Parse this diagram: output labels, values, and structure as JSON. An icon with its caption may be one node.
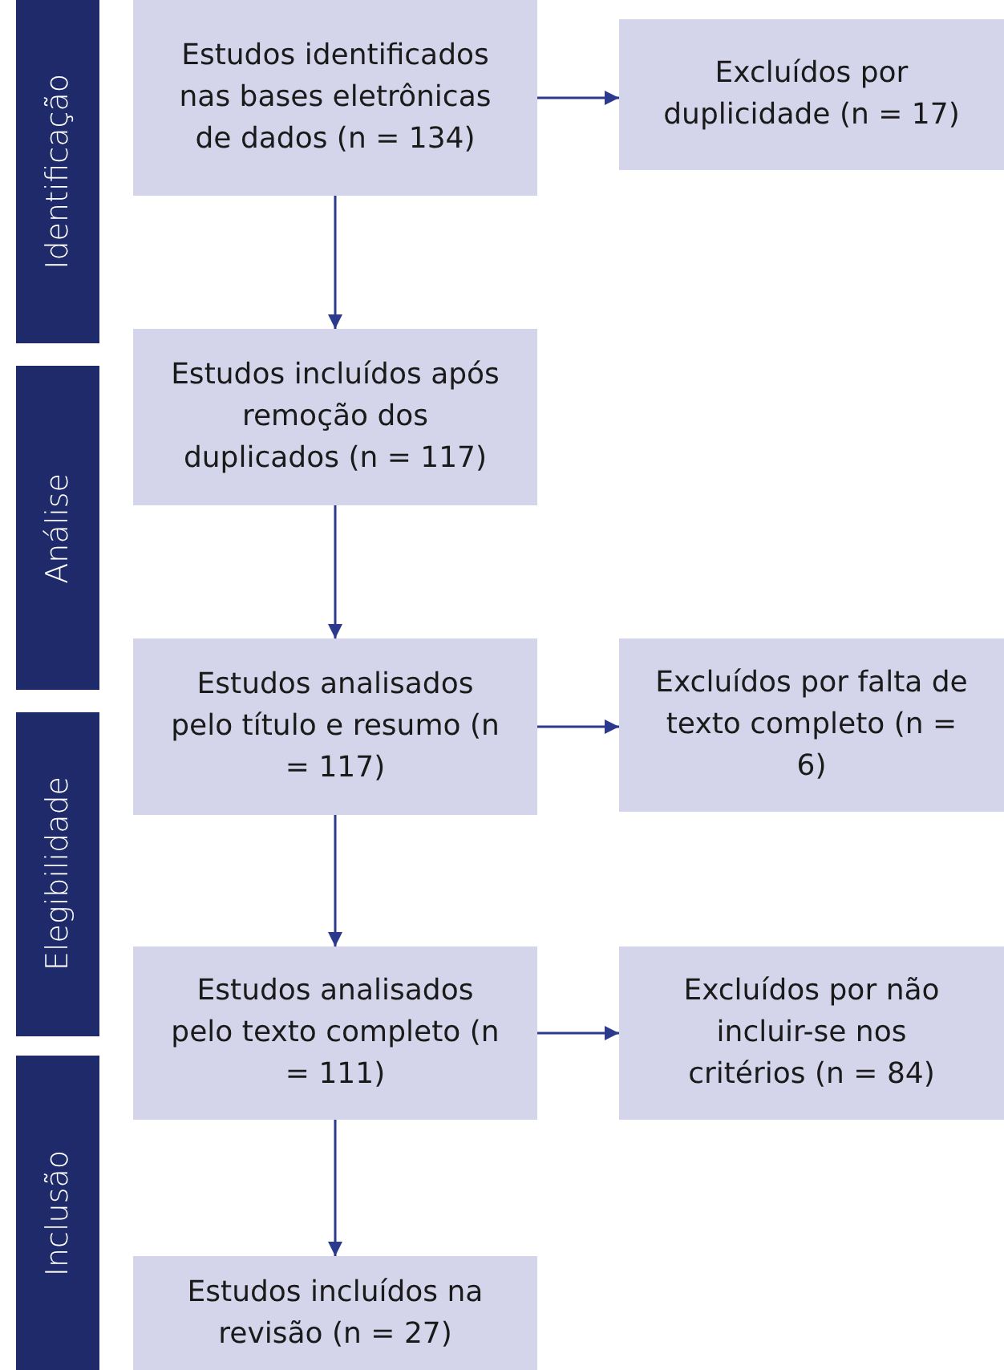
{
  "diagram": {
    "nodes": [
      {
        "text": [
          "Identificação"
        ]
      },
      {
        "text": [
          "Estudos identificados nas bases eletrônicas de dados (n = 134)"
        ]
      },
      {
        "text": [
          "Excluídos por duplicidade (n = 17)"
        ]
      },
      {
        "text": [
          "Análise"
        ]
      },
      {
        "text": [
          "Estudos incluídos após remoção dos duplicados (n = 117)"
        ]
      },
      {
        "text": [
          "Elegibilidade"
        ]
      },
      {
        "text": [
          "Estudos analisados pelo título e resumo (n = 117)"
        ]
      },
      {
        "text": [
          "Excluídos por falta de texto completo (n = 6)"
        ]
      },
      {
        "text": [
          "Estudos analisados pelo texto completo (n = 111)"
        ]
      },
      {
        "text": [
          "Excluídos por não incluir-se nos critérios (n = 84)"
        ]
      },
      {
        "text": [
          "Inclusão"
        ]
      },
      {
        "text": [
          "Estudos incluídos na revisão (n = 27)"
        ]
      }
    ],
    "edges": [
      {
        "from": 1,
        "to": 2,
        "arrow": "to"
      },
      {
        "from": 1,
        "to": 4,
        "arrow": "to"
      },
      {
        "from": 4,
        "to": 6,
        "arrow": "to"
      },
      {
        "from": 6,
        "to": 7,
        "arrow": "to"
      },
      {
        "from": 6,
        "to": 8,
        "arrow": "to"
      },
      {
        "from": 8,
        "to": 9,
        "arrow": "to"
      },
      {
        "from": 8,
        "to": 11,
        "arrow": "to"
      }
    ]
  }
}
